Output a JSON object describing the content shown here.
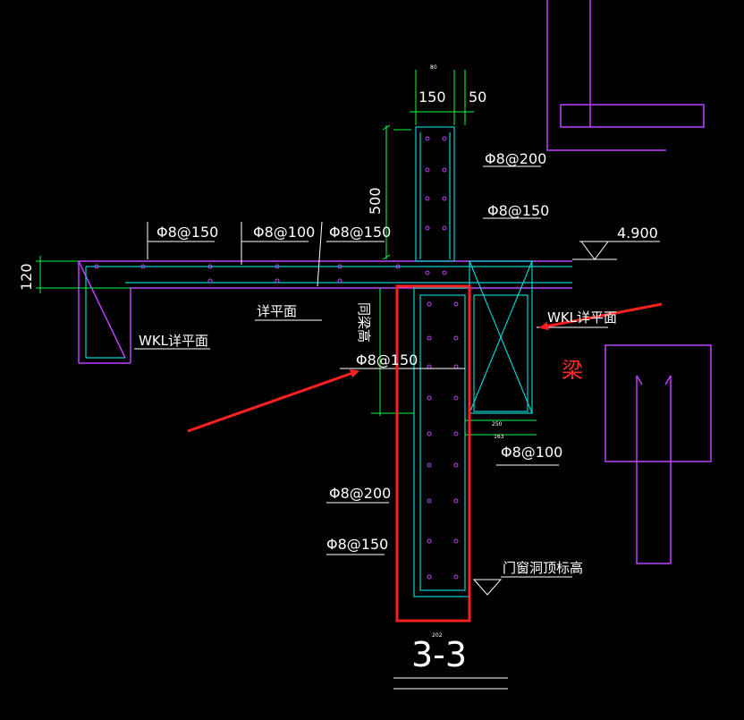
{
  "colors": {
    "background": "#000000",
    "magenta": "#c040ff",
    "cyan": "#00d0d0",
    "green": "#00ff40",
    "white": "#ffffff",
    "red": "#ff2020",
    "orange": "#ff7a20"
  },
  "dimensions": {
    "top_small": "80",
    "width_150": "150",
    "width_50": "50",
    "height_500": "500",
    "height_120": "120",
    "small_250": "250",
    "small_163": "163",
    "small_bottom": "202"
  },
  "rebar": {
    "r1": "Φ8@150",
    "r2": "Φ8@100",
    "r3": "Φ8@150",
    "r4": "Φ8@200",
    "r5": "Φ8@150",
    "r6": "Φ8@150",
    "r7": "Φ8@100",
    "r8": "Φ8@200",
    "r9": "Φ8@150"
  },
  "labels": {
    "elevation": "4.900",
    "xiangpingmian": "详平面",
    "wkl_left": "WKL详平面",
    "wkl_right": "WKL详平面",
    "tongliang_gao": "同梁高",
    "menchuang": "门窗洞顶标高",
    "section": "3-3",
    "liang": "梁"
  }
}
